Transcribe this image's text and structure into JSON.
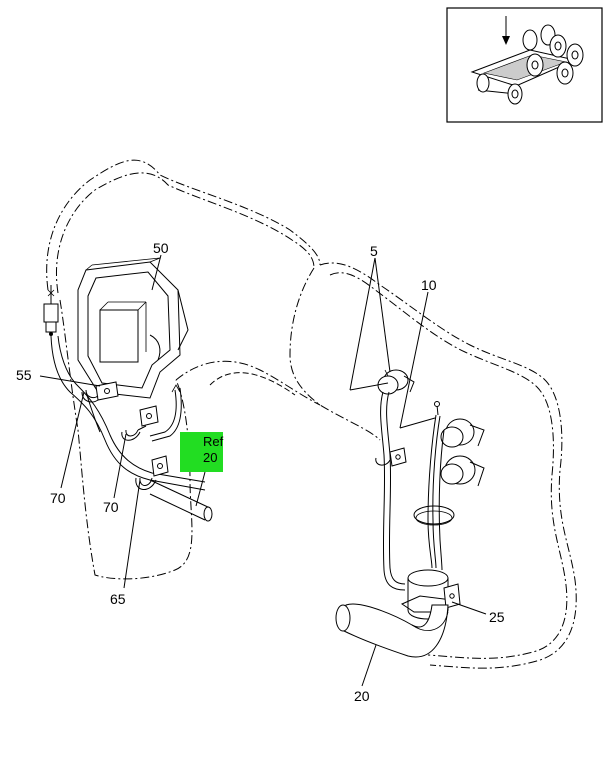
{
  "callouts": {
    "c5": "5",
    "c10": "10",
    "c20": "20",
    "c25": "25",
    "c50": "50",
    "c55": "55",
    "c65": "65",
    "c70a": "70",
    "c70b": "70"
  },
  "ref_tag": {
    "line1": "Ref",
    "line2": "20",
    "color": "#22dd22"
  },
  "locator_inset": {
    "icon": "truck-chassis-locator-icon"
  }
}
